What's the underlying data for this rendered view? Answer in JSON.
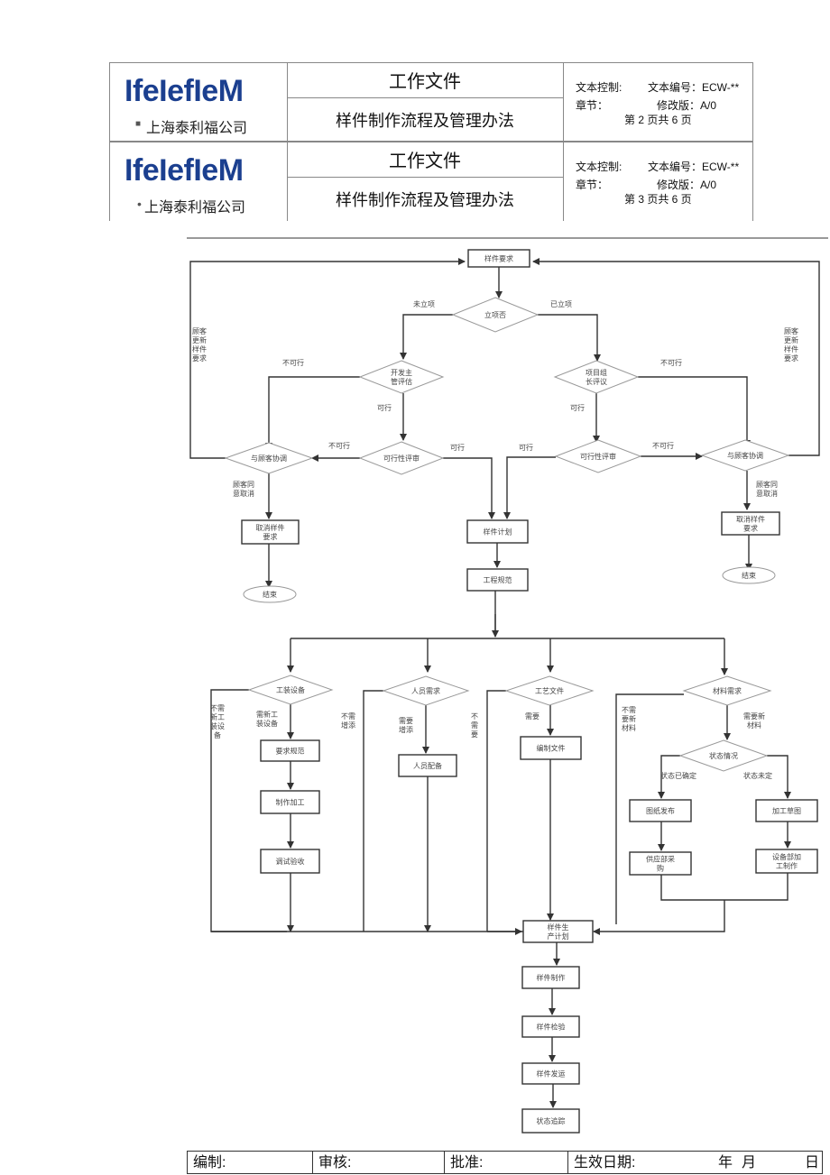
{
  "header1": {
    "logo": "IfeIefIeM",
    "bullet": "■",
    "company": "上海泰利福公司",
    "title": "工作文件",
    "subtitle": "样件制作流程及管理办法",
    "doc_control": "文本控制:",
    "doc_no": "文本编号：ECW-**",
    "section": "章节：",
    "revision": "修改版：A/0",
    "page": "第 2 页共 6 页"
  },
  "header2": {
    "logo": "IfeIefIeM",
    "bullet": "•",
    "company": "上海泰利福公司",
    "title": "工作文件",
    "subtitle": "样件制作流程及管理办法",
    "doc_control": "文本控制:",
    "doc_no": "文本编号：ECW-**",
    "section": "章节：",
    "revision": "修改版：A/0",
    "page": "第 3 页共 6 页"
  },
  "flow": {
    "sample_request": "样件要求",
    "project_established": "立项否",
    "not_established": "未立项",
    "established": "已立项",
    "dev_manager_eval": "开发主\n管评估",
    "pm_eval": "项目组\n长评议",
    "not_ok_left": "不可行",
    "not_ok_right": "不可行",
    "ok_left": "可行",
    "ok_right": "可行",
    "feas_left": "可行性评审",
    "feas_right": "可行性评审",
    "ok_left2": "可行",
    "ok_right2": "可行",
    "not_ok_left2": "不可行",
    "not_ok_right2": "不可行",
    "nego_left": "与顾客协调",
    "nego_right": "与顾客协调",
    "cust_update_left": "顾客\n更新\n样件\n要求",
    "cust_update_right": "顾客\n更新\n样件\n要求",
    "cust_agree_left": "顾客同\n意取消",
    "cust_agree_right": "顾客同\n意取消",
    "cancel_left": "取消样件\n要求",
    "cancel_right": "取消样件\n要求",
    "end_left": "结束",
    "end_right": "结束",
    "sample_plan": "样件计划",
    "eng_spec": "工程规范",
    "tooling": "工装设备",
    "personnel": "人员需求",
    "process_doc": "工艺文件",
    "material": "材料需求",
    "no_new_tooling": "不需\n新工\n装设\n备",
    "need_new_tooling": "需新工\n装设备",
    "no_add": "不需\n增添",
    "need_add": "需要\n增添",
    "no_need": "不\n需\n要",
    "need": "需要",
    "no_new_material": "不需\n要新\n材料",
    "need_new_material": "需要新\n材料",
    "req_spec": "要求规范",
    "manufacture": "制作加工",
    "test_accept": "调试验收",
    "staffing": "人员配备",
    "write_doc": "编制文件",
    "status": "状态情况",
    "status_fixed": "状态已确定",
    "status_unfixed": "状态未定",
    "drawing_release": "图纸发布",
    "process_drawing": "加工草图",
    "supply_purchase": "供应部采\n购",
    "equip_make": "设备部加\n工制作",
    "prod_plan": "样件生\n产计划",
    "sample_make": "样件制作",
    "sample_inspect": "样件检验",
    "sample_ship": "样件发运",
    "status_track": "状态追踪"
  },
  "footer": {
    "prepared": "编制:",
    "reviewed": "审核:",
    "approved": "批准:",
    "effective_date": "生效日期:",
    "year": "年",
    "month": "月",
    "day": "日"
  }
}
